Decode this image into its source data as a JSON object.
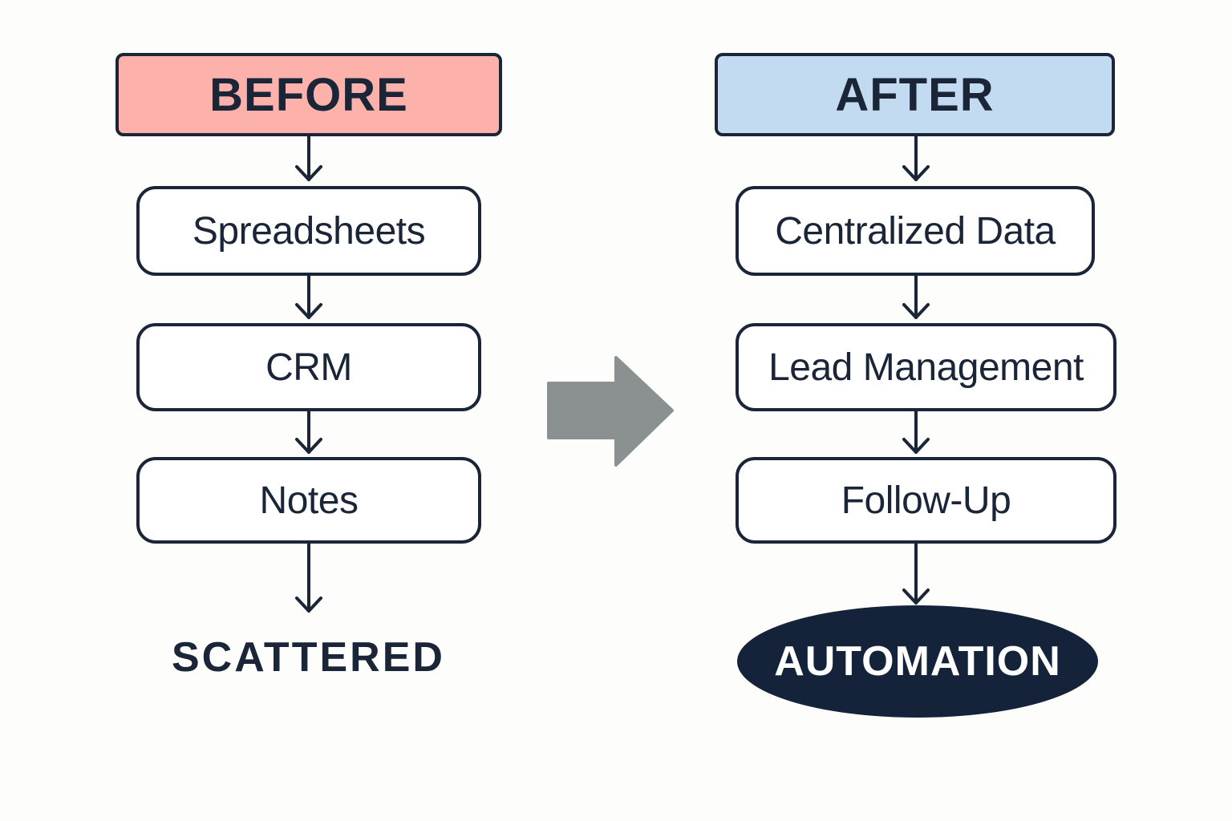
{
  "before": {
    "header": "BEFORE",
    "steps": [
      "Spreadsheets",
      "CRM",
      "Notes"
    ],
    "result": "SCATTERED"
  },
  "after": {
    "header": "AFTER",
    "steps": [
      "Centralized Data",
      "Lead Management",
      "Follow-Up"
    ],
    "result": "AUTOMATION"
  },
  "colors": {
    "before_header": "#fdb1ab",
    "after_header": "#c3dbf1",
    "outline": "#1a2538",
    "automation_fill": "#15233a",
    "transition_arrow": "#8b9191"
  }
}
